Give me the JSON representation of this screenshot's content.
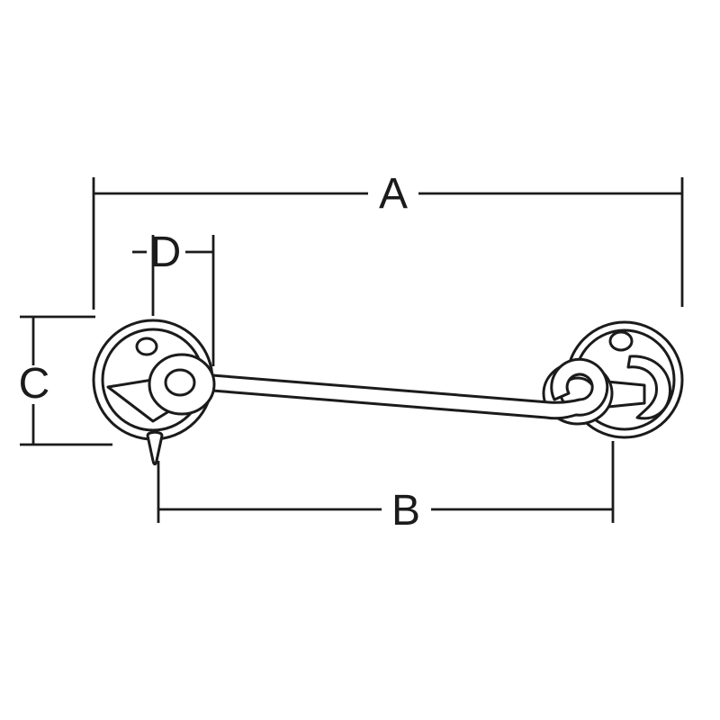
{
  "diagram": {
    "background": "#ffffff",
    "line_color": "#1b1b1b",
    "labels": {
      "a": "A",
      "b": "B",
      "c": "C",
      "d": "D"
    }
  }
}
